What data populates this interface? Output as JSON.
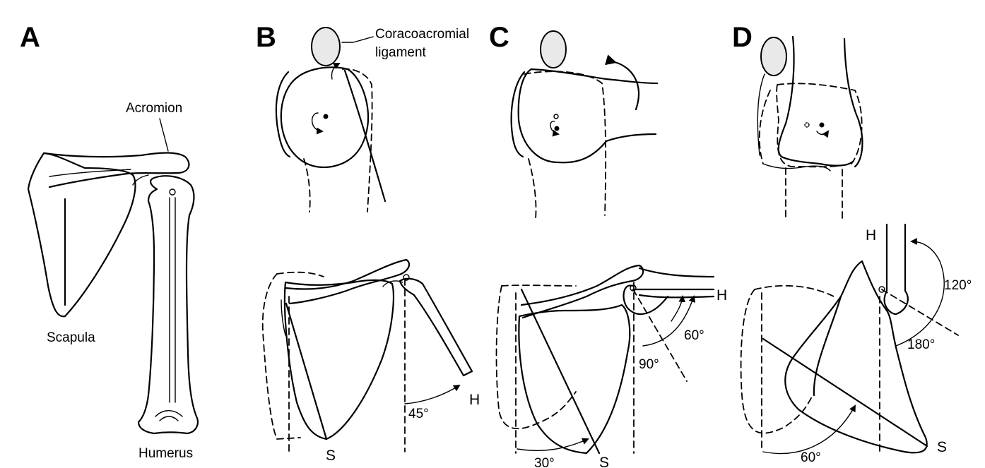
{
  "panels": {
    "A": {
      "letter": "A",
      "acromion": "Acromion",
      "scapula": "Scapula",
      "humerus": "Humerus"
    },
    "B": {
      "letter": "B",
      "ligament_line1": "Coracoacromial",
      "ligament_line2": "ligament",
      "angle": "45°",
      "h": "H",
      "s": "S"
    },
    "C": {
      "letter": "C",
      "angle_scap": "30°",
      "angle_60": "60°",
      "angle_90": "90°",
      "h": "H",
      "s": "S"
    },
    "D": {
      "letter": "D",
      "angle_scap": "60°",
      "angle_120": "120°",
      "angle_180": "180°",
      "h": "H",
      "s": "S"
    }
  }
}
